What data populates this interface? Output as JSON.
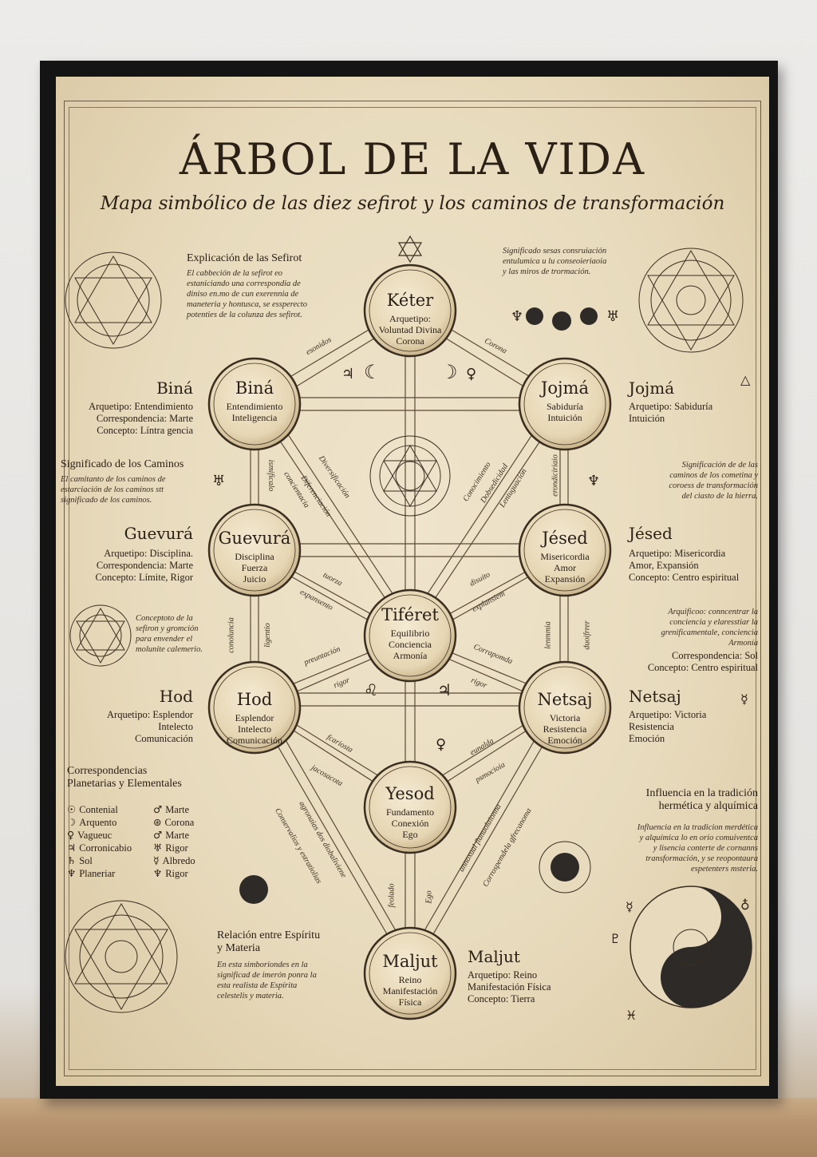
{
  "title": "ÁRBOL DE LA VIDA",
  "subtitle": "Mapa simbólico de las diez sefirot y los caminos de transformación",
  "nodes": {
    "keter": {
      "name": "Kéter",
      "sub": [
        "Arquetipo:",
        "Voluntad Divina",
        "Corona"
      ]
    },
    "bina": {
      "name": "Biná",
      "sub": [
        "Entendimiento",
        "Inteligencia"
      ]
    },
    "jojma": {
      "name": "Jojmá",
      "sub": [
        "Sabiduría",
        "Intuición"
      ]
    },
    "guevura": {
      "name": "Guevurá",
      "sub": [
        "Disciplina",
        "Fuerza",
        "Juicio"
      ]
    },
    "jesed": {
      "name": "Jésed",
      "sub": [
        "Misericordia",
        "Amor",
        "Expansión"
      ]
    },
    "tiferet": {
      "name": "Tiféret",
      "sub": [
        "Equilibrio",
        "Conciencia",
        "Armonía"
      ]
    },
    "hod": {
      "name": "Hod",
      "sub": [
        "Esplendor",
        "Intelecto",
        "Comunicación"
      ]
    },
    "netsaj": {
      "name": "Netsaj",
      "sub": [
        "Victoria",
        "Resistencia",
        "Emoción"
      ]
    },
    "yesod": {
      "name": "Yesod",
      "sub": [
        "Fundamento",
        "Conexión",
        "Ego"
      ]
    },
    "maljut": {
      "name": "Maljut",
      "sub": [
        "Reino",
        "Manifestación",
        "Física"
      ]
    }
  },
  "side": {
    "bina": {
      "title": "Biná",
      "lines": [
        "Arquetipo: Entendimiento",
        "Correspondencia: Marte",
        "Concepto: Líntra gencia"
      ]
    },
    "jojma": {
      "title": "Jojmá",
      "lines": [
        "Arquetipo: Sabiduría",
        "Intuición"
      ]
    },
    "guevura": {
      "title": "Guevurá",
      "lines": [
        "Arquetipo: Disciplina.",
        "Correspondencia: Marte",
        "Concepto: Límite, Rigor"
      ]
    },
    "jesed": {
      "title": "Jésed",
      "lines": [
        "Arquetipo: Misericordia",
        "Amor, Expansión",
        "Concepto: Centro espiritual"
      ]
    },
    "hod": {
      "title": "Hod",
      "lines": [
        "Arquetipo: Esplendor",
        "Intelecto",
        "Comunicación"
      ]
    },
    "netsaj": {
      "title": "Netsaj",
      "lines": [
        "Arquetipo: Victoria",
        "Resistencia",
        "Emoción"
      ]
    },
    "maljut": {
      "title": "Maljut",
      "lines": [
        "Arquetipo: Reino",
        "Manifestación Física",
        "Concepto: Tierra"
      ]
    }
  },
  "notes": {
    "sefirot": {
      "title": "Explicación de las Sefirot",
      "text": [
        "El cabbeción de la sefirot eo",
        "estaniciando una correspondia de",
        "diniso en.mo de cun exerennia de",
        "maneteria y hontusca, se essperecto",
        "potenties de la colunza des sefirot."
      ]
    },
    "top_right": {
      "text": [
        "Significado sesas consruiación",
        "entulumica u lu conseoieriaoia",
        "y las miros de trormación."
      ]
    },
    "caminos_left": {
      "title": "Significado de los Caminos",
      "text": [
        "El camitanto de los caminos de",
        "estarciación de los caminos stt",
        "significado de los caminos."
      ]
    },
    "caminos_right": {
      "text": [
        "Significación de de las",
        "caminos de los cometina y",
        "coroess de transformación",
        "del ciasto de la hierra."
      ]
    },
    "concepto_left": {
      "text": [
        "Conceptoto de la",
        "sefiron y gromción",
        "para envender el",
        "molunite calemerio."
      ]
    },
    "arquificoo": {
      "text": [
        "Arquificoo: conncentrar la",
        "conciencia y elaresstiar la",
        "grenificamentale, conciencia",
        "Armonía"
      ],
      "extra": [
        "Correspondencia: Sol",
        "Concepto: Centro espiritual"
      ]
    },
    "influencia": {
      "title": [
        "Influencia en la tradición",
        "hermética y alquímica"
      ],
      "text": [
        "Influencia en la tradicion merdética",
        "y alquímica lo en orio comuiventca",
        "y lisencia conterte de cornanns",
        "transformación, y se reopontaura",
        "espetenters msteria."
      ]
    },
    "relacion": {
      "title": [
        "Relación entre Espíritu",
        "y Materia"
      ],
      "text": [
        "En esta simboriondes en la",
        "significad de imerón ponra la",
        "esta realista de Espírita",
        "celestelis y materia."
      ]
    }
  },
  "legend": {
    "title": [
      "Correspondencias",
      "Planetarias y Elementales"
    ],
    "left": [
      {
        "symbol": "☉",
        "label": "Contenial"
      },
      {
        "symbol": "☽",
        "label": "Arquento"
      },
      {
        "symbol": "♀",
        "label": "Vagueuc"
      },
      {
        "symbol": "♃",
        "label": "Corronicabio"
      },
      {
        "symbol": "♄",
        "label": "Sol"
      },
      {
        "symbol": "♆",
        "label": "Planeriar"
      }
    ],
    "right": [
      {
        "symbol": "♂",
        "label": "Marte"
      },
      {
        "symbol": "⊛",
        "label": "Corona"
      },
      {
        "symbol": "♂",
        "label": "Marte"
      },
      {
        "symbol": "♅",
        "label": "Rigor"
      },
      {
        "symbol": "☿",
        "label": "Albredo"
      },
      {
        "symbol": "♆",
        "label": "Rigor"
      }
    ]
  },
  "path_labels": {
    "p1": "esonidos",
    "p2": "Corona",
    "p3": "Diversificación",
    "p4": "Diferenciación",
    "p5": "concientacia",
    "p6": "Conocimiento",
    "p7": "Dobsedicidad",
    "p8": "Lentuguación",
    "p9": "ismificalo",
    "p10": "erondiciriaio",
    "p11": "tuorza",
    "p12": "expansento",
    "p13": "disuito",
    "p14": "explansiem",
    "p15": "conoluncia",
    "p16": "ligentio",
    "p17": "preuntación",
    "p18": "rigor",
    "p19": "Corrapomda",
    "p20": "rigor",
    "p21": "lenmmia",
    "p22": "duoifrrer",
    "p23": "fcariosta",
    "p24": "eunalda",
    "p25": "jacosacota",
    "p26": "psmocioia",
    "p27": "Conservalios y estratiolias",
    "p28": "agronaias dos diobaliviene",
    "p29": "annoxual flunuolaionna",
    "p30": "Corrospemdela gfrecanoma",
    "p31": "feolado",
    "p32": "Ego"
  },
  "colors": {
    "ink": "#2a2016",
    "paper": "#e8dbbd",
    "frame": "#141414"
  }
}
